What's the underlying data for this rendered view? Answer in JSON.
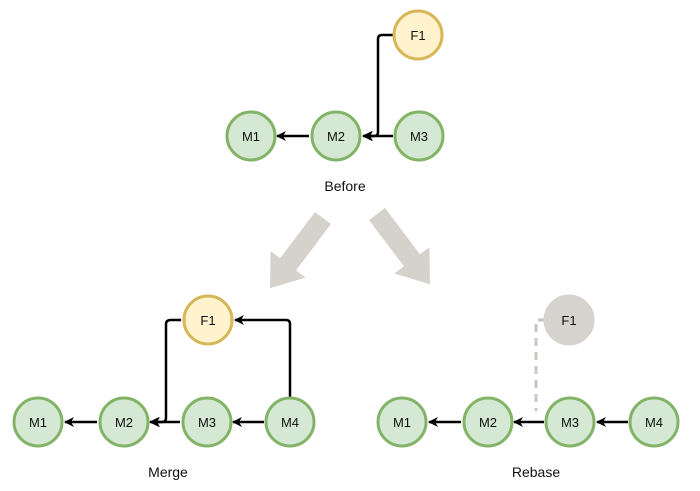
{
  "colors": {
    "main_fill": "#d5e8d4",
    "main_stroke": "#82b366",
    "feature_fill": "#fff2cc",
    "feature_stroke": "#d6b656",
    "ghost_fill": "#d6d3ce",
    "ghost_stroke": "#d6d3ce",
    "edge": "#000000",
    "ghost_edge": "#c9c6c1",
    "transition_arrow": "#d4d2cb"
  },
  "before": {
    "caption": "Before",
    "nodes": {
      "m1": "M1",
      "m2": "M2",
      "m3": "M3",
      "f1": "F1"
    }
  },
  "merge": {
    "caption": "Merge",
    "nodes": {
      "m1": "M1",
      "m2": "M2",
      "m3": "M3",
      "m4": "M4",
      "f1": "F1"
    }
  },
  "rebase": {
    "caption": "Rebase",
    "nodes": {
      "m1": "M1",
      "m2": "M2",
      "m3": "M3",
      "m4": "M4",
      "f1": "F1"
    }
  }
}
